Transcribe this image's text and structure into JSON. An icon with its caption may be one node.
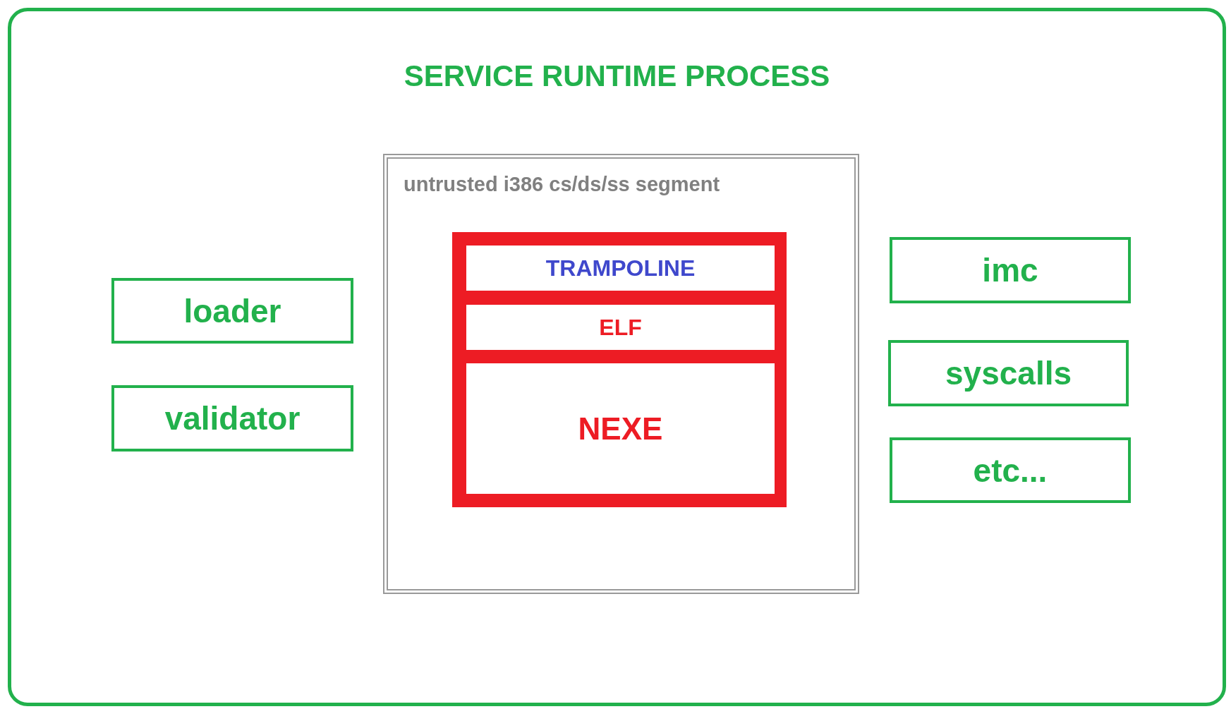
{
  "diagram": {
    "nodes": [
      {
        "text": [
          "SERVICE RUNTIME PROCESS"
        ]
      },
      {
        "text": [
          "untrusted i386 cs/ds/ss segment"
        ],
        "in": 0
      },
      {
        "text": [],
        "shape": "box",
        "in": 1
      },
      {
        "text": [
          "TRAMPOLINE"
        ],
        "in": 2
      },
      {
        "text": [
          "ELF"
        ],
        "in": 2
      },
      {
        "text": [
          "NEXE"
        ],
        "in": 2
      },
      {
        "text": [
          "loader"
        ],
        "in": 0
      },
      {
        "text": [
          "validator"
        ],
        "in": 0
      },
      {
        "text": [
          "imc"
        ],
        "in": 0
      },
      {
        "text": [
          "syscalls"
        ],
        "in": 0
      },
      {
        "text": [
          "etc..."
        ],
        "in": 0
      }
    ]
  }
}
